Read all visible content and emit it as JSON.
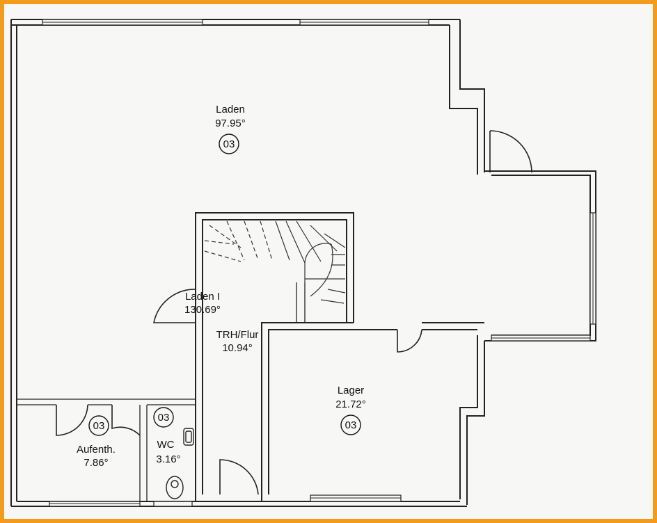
{
  "rooms": {
    "laden": {
      "name": "Laden",
      "area": "97.95°",
      "number": "03"
    },
    "laden_total": {
      "name": "Laden I",
      "area": "130.69°"
    },
    "trh_flur": {
      "name": "TRH/Flur",
      "area": "10.94°"
    },
    "lager": {
      "name": "Lager",
      "area": "21.72°",
      "number": "03"
    },
    "aufenth": {
      "name": "Aufenth.",
      "area": "7.86°",
      "number": "03"
    },
    "wc": {
      "name": "WC",
      "area": "3.16°",
      "number": "03"
    }
  },
  "colors": {
    "frame": "#f29b1c",
    "paper": "#f7f7f5",
    "ink": "#222222"
  }
}
